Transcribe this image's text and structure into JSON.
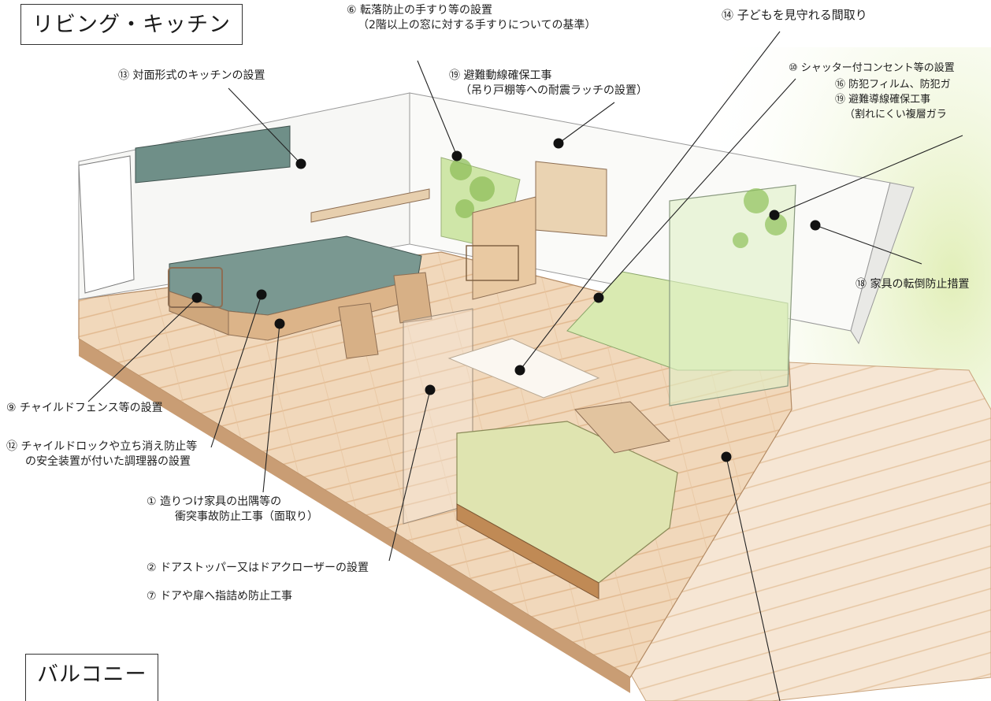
{
  "sections": {
    "living_kitchen": "リビング・キッチン",
    "balcony": "バルコニー"
  },
  "labels": {
    "l6_line1": "⑥  転落防止の手すり等の設置",
    "l6_line2": "（2階以上の窓に対する手すりについての基準）",
    "l14": "⑭  子どもを見守れる間取り",
    "l13": "⑬  対面形式のキッチンの設置",
    "l19a_line1": "⑲  避難動線確保工事",
    "l19a_line2": "（吊り戸棚等への耐震ラッチの設置）",
    "l10": "⑩  シャッター付コンセント等の設置",
    "l16": "⑯  防犯フィルム、防犯ガ",
    "l19b_line1": "⑲  避難導線確保工事",
    "l19b_line2": "（割れにくい複層ガラ",
    "l18": "⑱  家具の転倒防止措置",
    "l9": "⑨  チャイルドフェンス等の設置",
    "l12_line1": "⑫  チャイルドロックや立ち消え防止等",
    "l12_line2": "の安全装置が付いた調理器の設置",
    "l1_line1": "①  造りつけ家具の出隅等の",
    "l1_line2": "衝突事故防止工事（面取り）",
    "l2": "②  ドアストッパー又はドアクローザーの設置",
    "l7": "⑦  ドアや扉へ指詰め防止工事"
  },
  "colors": {
    "floor": "#f1d8bb",
    "floor_plank": "#e2b98f",
    "wall": "#f7f7f5",
    "window_green": "#b9d98a",
    "cabinet_teal": "#6f8f88",
    "wood": "#dcb489",
    "sofa": "#dfe4b0",
    "balcony_floor": "#f4e2cf",
    "lawn": "#e8f2c8"
  }
}
